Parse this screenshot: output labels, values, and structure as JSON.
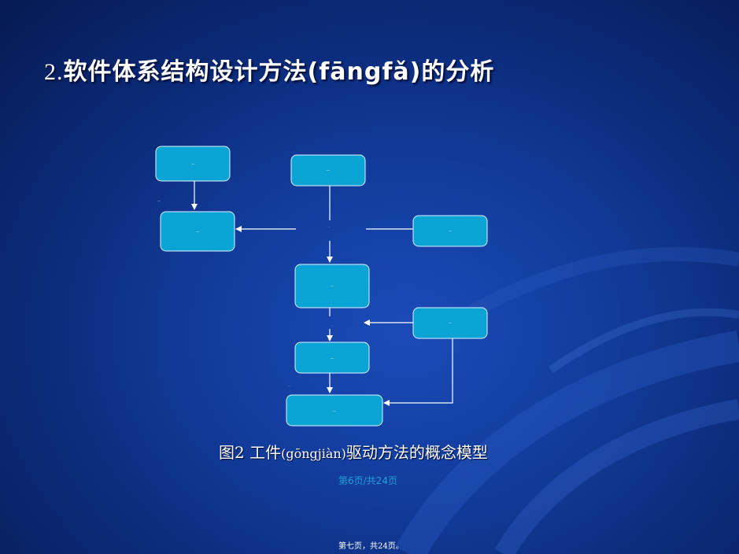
{
  "title": {
    "number": "2.",
    "text": "软件体系结构设计方法(fāngfǎ)的分析"
  },
  "diagram": {
    "nodes": [
      {
        "id": "n1",
        "label": "—"
      },
      {
        "id": "n2",
        "label": "—"
      },
      {
        "id": "n3",
        "label": "—"
      },
      {
        "id": "n4",
        "label": "—"
      },
      {
        "id": "n5",
        "label": "—"
      },
      {
        "id": "n6",
        "label": "—"
      },
      {
        "id": "n7",
        "label": "—"
      },
      {
        "id": "n8",
        "label": "—"
      }
    ],
    "edge_labels": [
      "—",
      "..",
      "..",
      "..."
    ]
  },
  "caption": {
    "prefix": "图2  工件",
    "pinyin": "(gōngjiàn)",
    "suffix": "驱动方法的概念模型"
  },
  "page_indicator": "第6页/共24页",
  "footer": "第七页，共24页。",
  "colors": {
    "box_fill": "#0aa3d6",
    "box_border": "#e0f4ff",
    "arrow": "#ffffff",
    "title": "#ffffff",
    "page_indicator": "#1fa0d8"
  }
}
